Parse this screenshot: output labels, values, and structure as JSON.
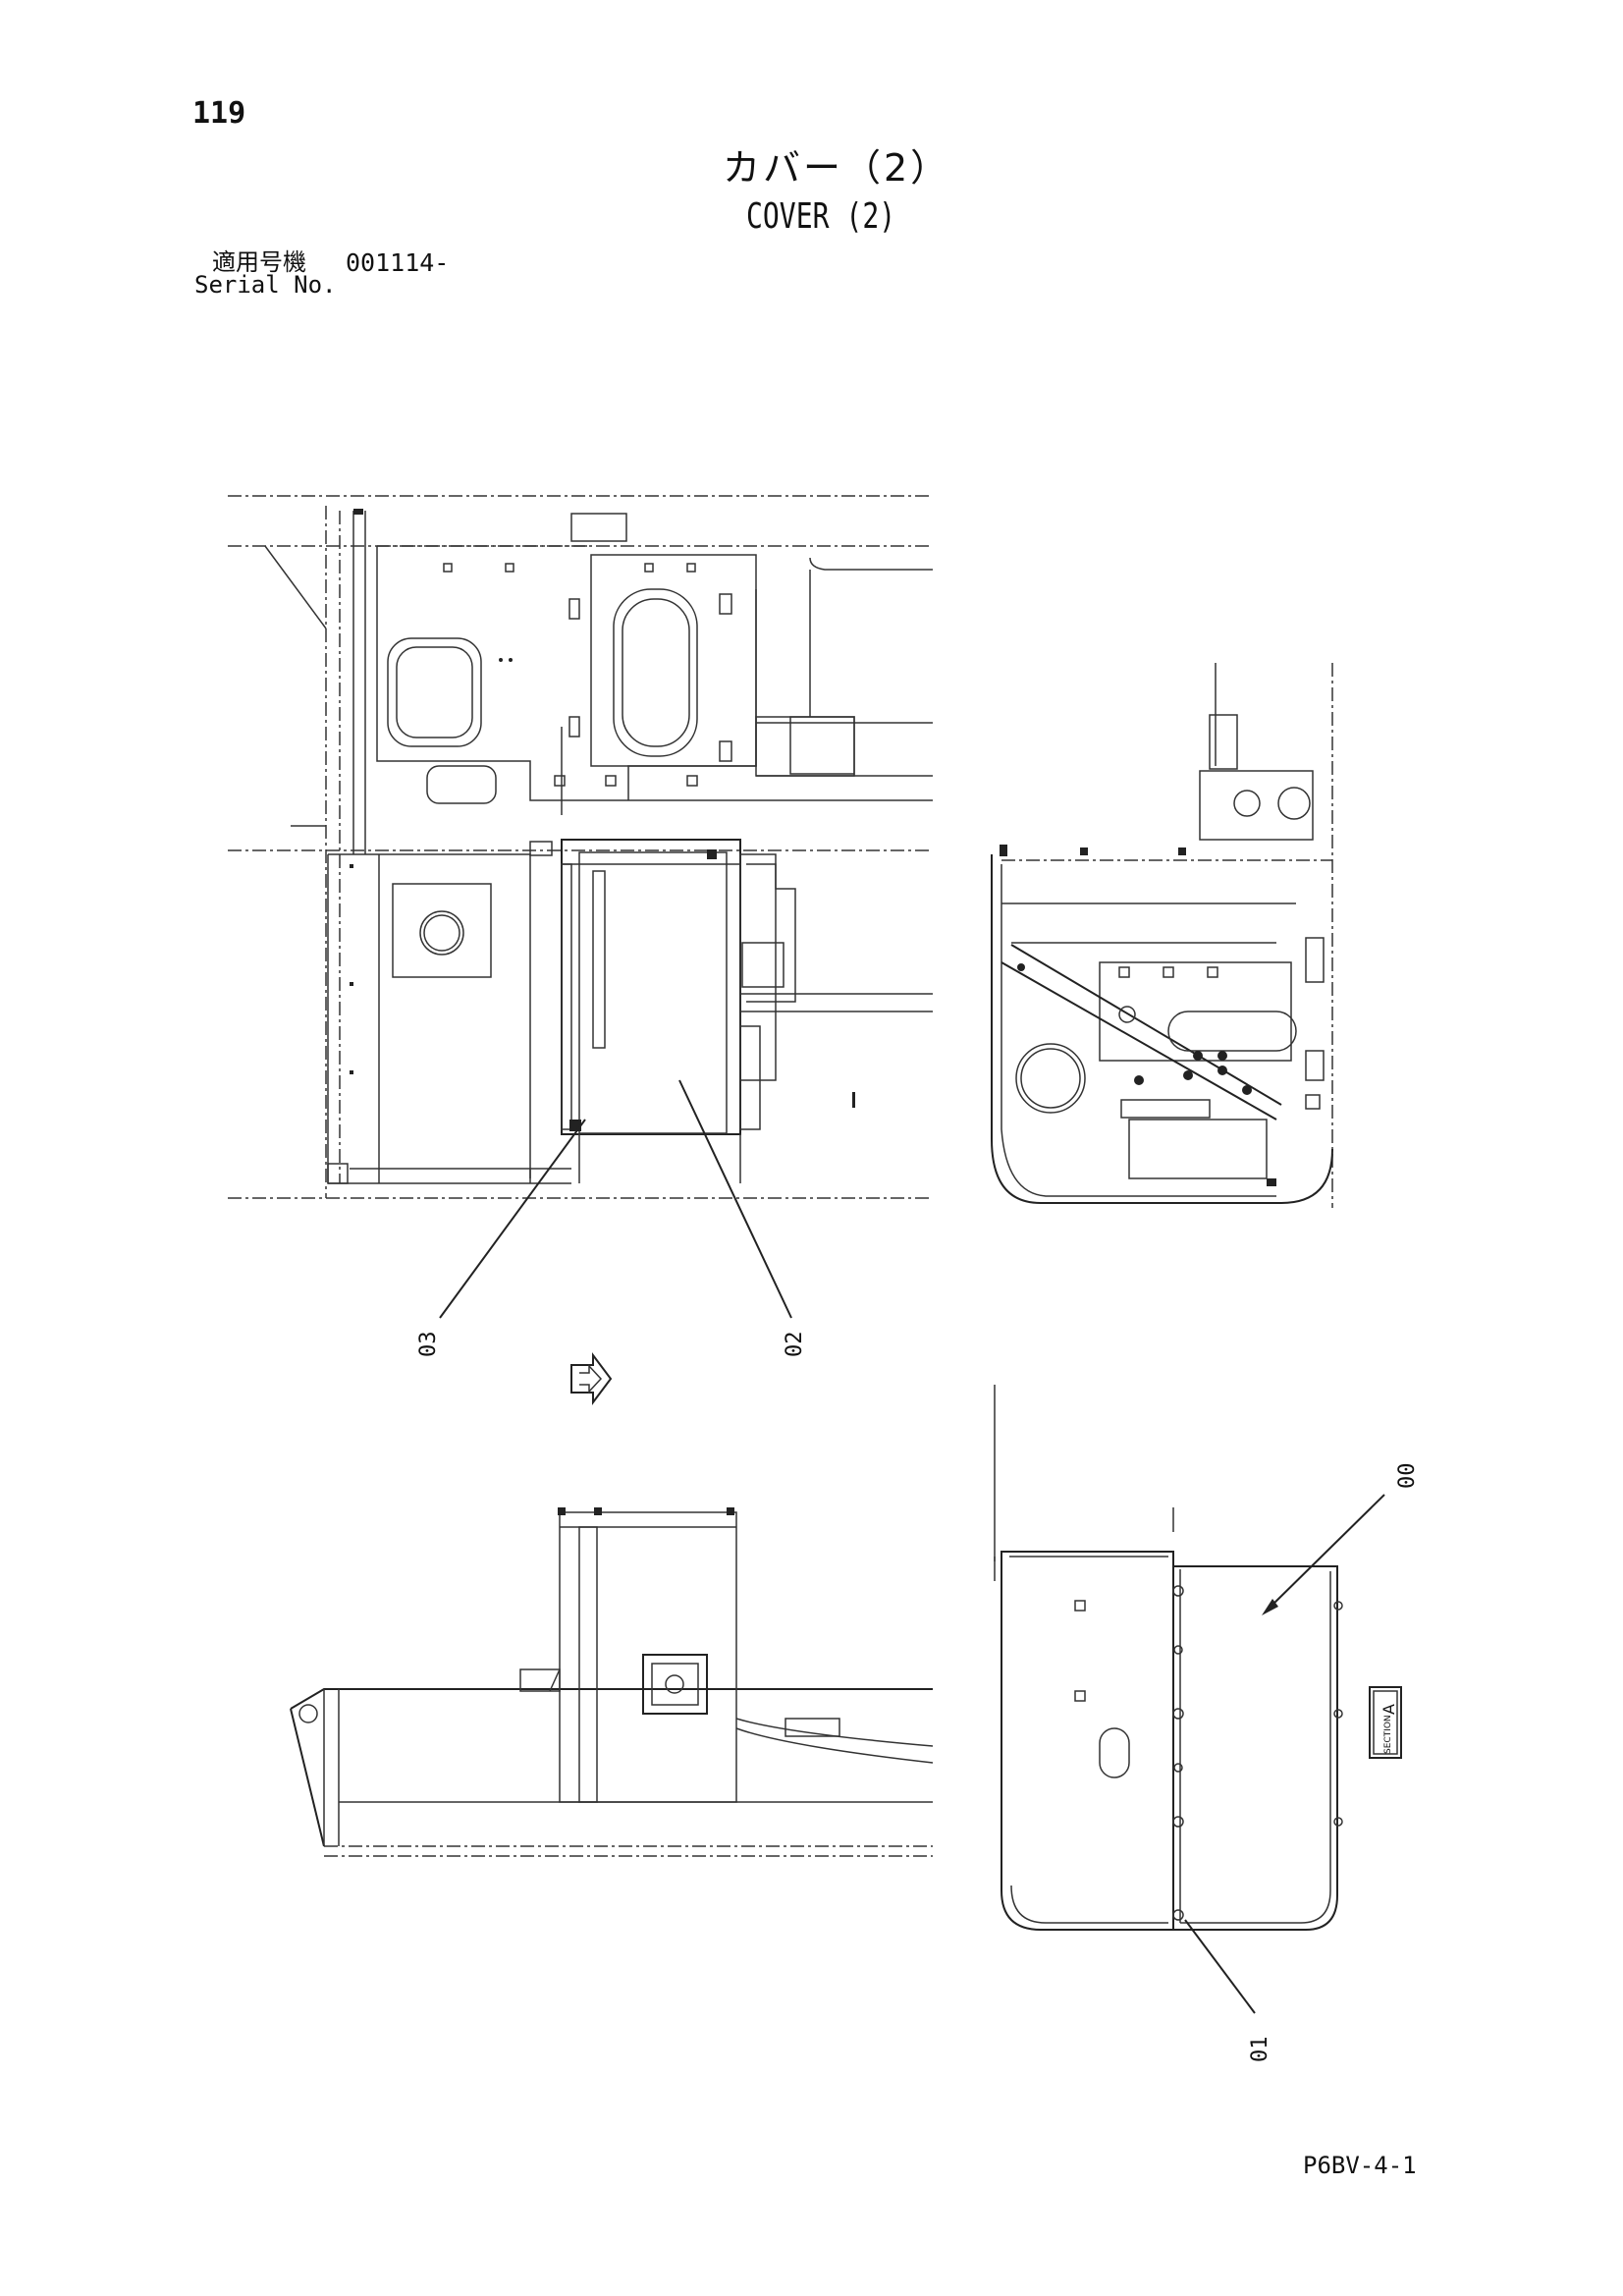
{
  "header": {
    "page_number": "119",
    "title_jp": "カバー（2）",
    "title_en": "COVER (2)",
    "serial_label_jp": "適用号機",
    "serial_value": "001114-",
    "serial_label_en": "Serial No."
  },
  "callouts": {
    "c00": "00",
    "c01": "01",
    "c02": "02",
    "c03": "03"
  },
  "section_tag": {
    "word": "SECTION",
    "letter": "A"
  },
  "footer": {
    "doc_code": "P6BV-4-1"
  }
}
